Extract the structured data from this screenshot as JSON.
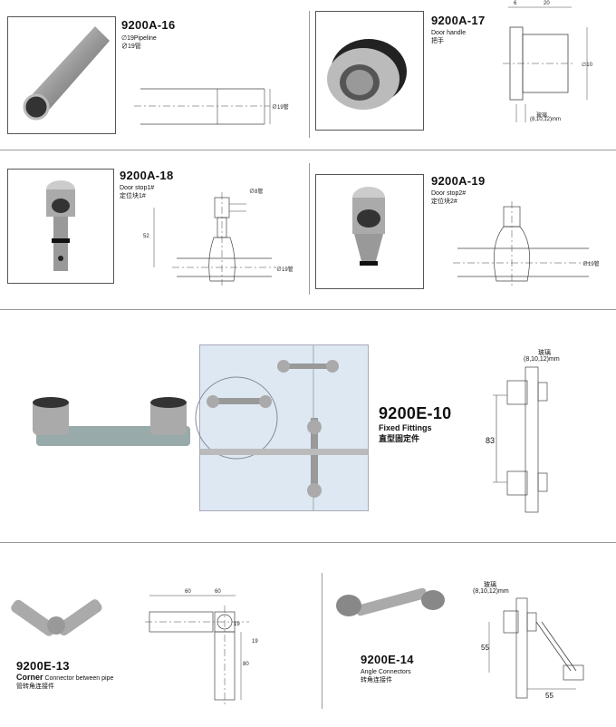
{
  "products": {
    "p1": {
      "code": "9200A-16",
      "line1": "∅19Pipeline",
      "line2": "∅19管",
      "dim_d": "∅19管"
    },
    "p2": {
      "code": "9200A-17",
      "line1": "Door handle",
      "line2": "把手",
      "dim_a": "6",
      "dim_b": "20",
      "dim_d": "∅10",
      "dim_glass": "玻璃",
      "dim_glass2": "(8,10,12)mm"
    },
    "p3": {
      "code": "9200A-18",
      "line1": "Door stop1#",
      "line2": "定位块1#",
      "dim_top": "∅8管",
      "dim_h": "52",
      "dim_d": "∅19管"
    },
    "p4": {
      "code": "9200A-19",
      "line1": "Door stop2#",
      "line2": "定位块2#",
      "dim_d": "∅19管"
    },
    "p5": {
      "code": "9200E-10",
      "line1": "Fixed Fittings",
      "line2": "直型固定件",
      "glass": "玻璃",
      "glass2": "(8,10,12)mm",
      "dim_h": "83"
    },
    "p6": {
      "code": "9200E-13",
      "line1_bold": "Corner",
      "line1_rest": " Connector between pipe",
      "line2": "管转角连接件",
      "dim_a": "60",
      "dim_b": "60",
      "dim_c": "19",
      "dim_d": "19",
      "dim_e": "80"
    },
    "p7": {
      "code": "9200E-14",
      "line1": "Angle Connectors",
      "line2": "转角连接件",
      "glass": "玻璃",
      "glass2": "(8,10,12)mm",
      "dim_h": "55",
      "dim_w": "55"
    }
  }
}
